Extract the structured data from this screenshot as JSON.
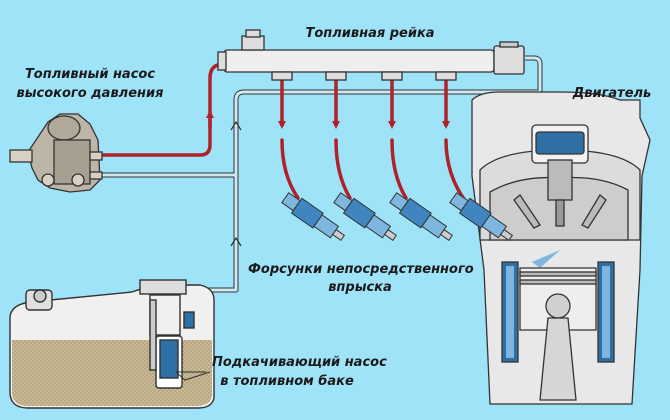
{
  "colors": {
    "background": "#9fe3f9",
    "high_pressure_line": "#b0222a",
    "low_pressure_line": "#8fb7c9",
    "injector_body": "#2e6fa6",
    "injector_light": "#7fb6de",
    "metal": "#e6e6e6",
    "outline": "#333333",
    "fuel": "#c9ba95"
  },
  "icons": [
    "arrow-icon",
    "injector-icon",
    "fuel-pump-icon",
    "fuel-tank-icon",
    "engine-cylinder-icon"
  ],
  "labels": {
    "fuel_rail": "Топливная рейка",
    "hp_pump_line1": "Топливный насос",
    "hp_pump_line2": "высокого давления",
    "engine": "Двигатель",
    "injectors_line1": "Форсунки непосредственного",
    "injectors_line2": "впрыска",
    "tank_pump_line1": "Подкачивающий насос",
    "tank_pump_line2": "в топливном баке"
  }
}
